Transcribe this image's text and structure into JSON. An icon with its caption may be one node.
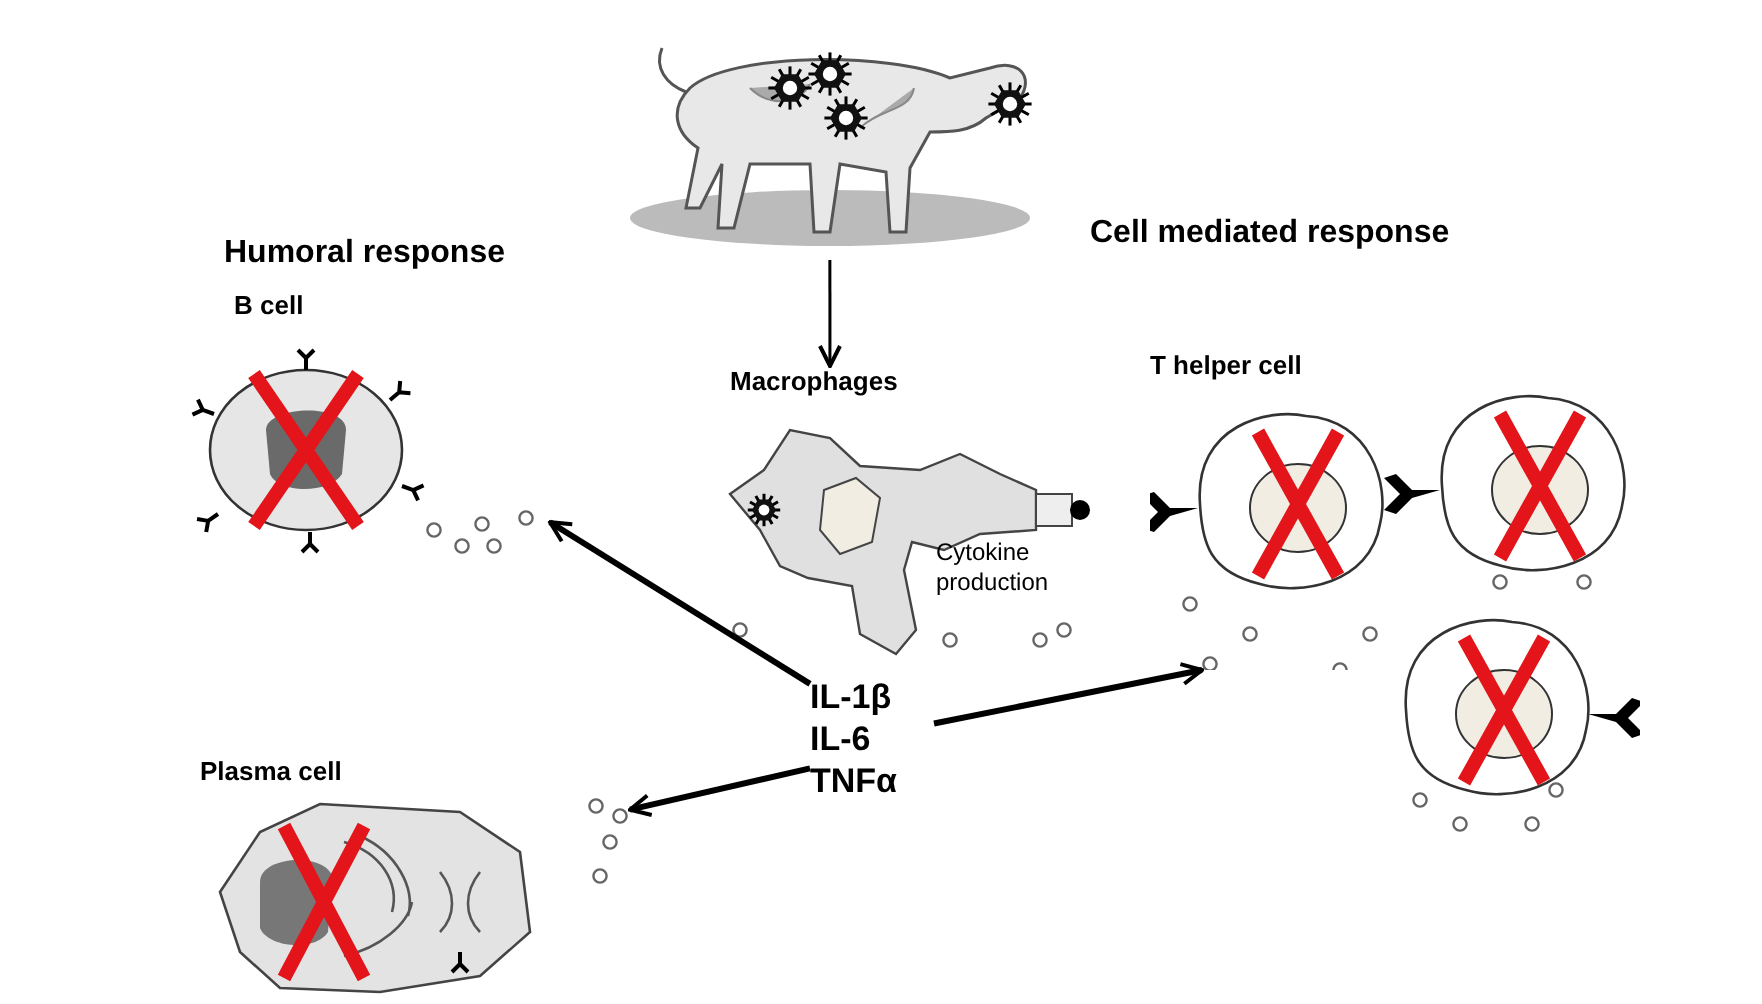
{
  "diagram": {
    "nodes": [
      {
        "text": [],
        "shape": "picture"
      },
      {
        "text": [
          "B cell"
        ]
      },
      {
        "text": [
          "Macrophages"
        ],
        "beside": [
          "Cytokine production"
        ]
      },
      {
        "text": [
          "T helper cell"
        ]
      },
      {
        "text": [],
        "shape": "picture"
      },
      {
        "text": [],
        "shape": "picture"
      },
      {
        "text": [
          "IL-1β IL-6 TNFα"
        ]
      },
      {
        "text": [
          "Plasma cell"
        ]
      }
    ],
    "edges": [
      {
        "from": 0,
        "to": 2,
        "arrow": "to"
      },
      {
        "from": 6,
        "to": 1,
        "arrow": "to"
      },
      {
        "from": 6,
        "to": 3,
        "arrow": "to"
      },
      {
        "from": 6,
        "to": 7,
        "arrow": "to"
      }
    ],
    "labels": [
      "Humoral response",
      "Cell mediated response"
    ]
  }
}
